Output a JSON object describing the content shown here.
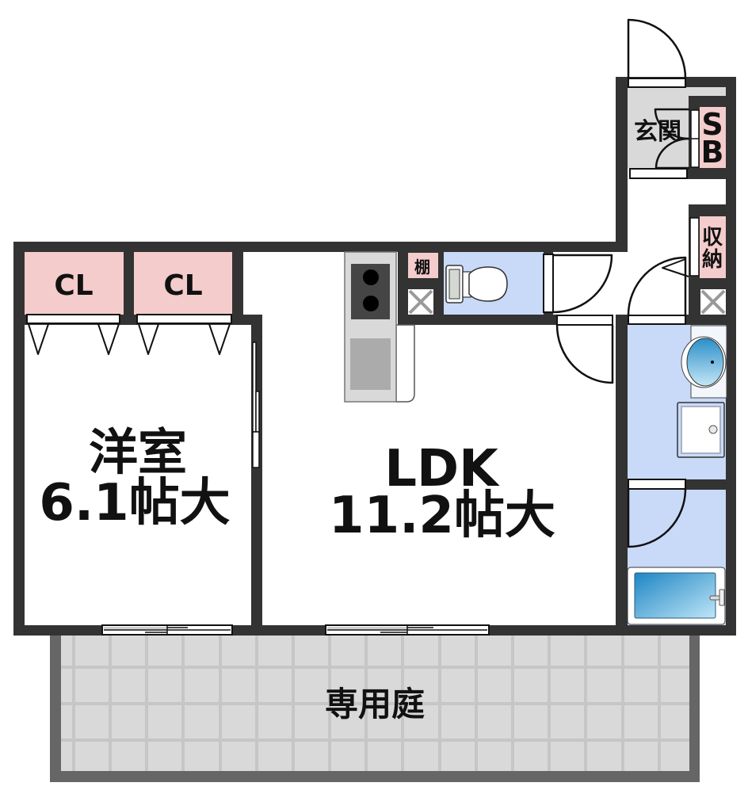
{
  "rooms": {
    "western_room": {
      "name": "洋室",
      "size": "6.1帖大"
    },
    "ldk": {
      "name": "LDK",
      "size": "11.2帖大"
    },
    "private_garden": {
      "name": "専用庭"
    },
    "entrance": {
      "name": "玄関"
    },
    "shoe_box": {
      "line1": "S",
      "line2": "B"
    },
    "storage": {
      "line1": "収",
      "line2": "納"
    },
    "shelf": {
      "name": "棚"
    },
    "closets": [
      {
        "label": "CL"
      },
      {
        "label": "CL"
      }
    ]
  },
  "fixtures": {
    "kitchen": [
      "stove-2-burner-icon",
      "kitchen-sink-icon"
    ],
    "toilet": "toilet-icon",
    "washroom": [
      "washbasin-icon",
      "washing-machine-pan-icon"
    ],
    "bathroom": "bathtub-icon",
    "pipe_shafts": [
      "pipe-shaft-x-icon",
      "pipe-shaft-x-icon"
    ]
  },
  "colors": {
    "wall": "#333333",
    "storage_pink": "#f4cccc",
    "wet_blue": "#c9daf8",
    "entrance_gray": "#d9d9d9",
    "garden_tile": "#d9d9d9",
    "garden_border": "#666666",
    "garden_grid": "#c6c6c6"
  }
}
